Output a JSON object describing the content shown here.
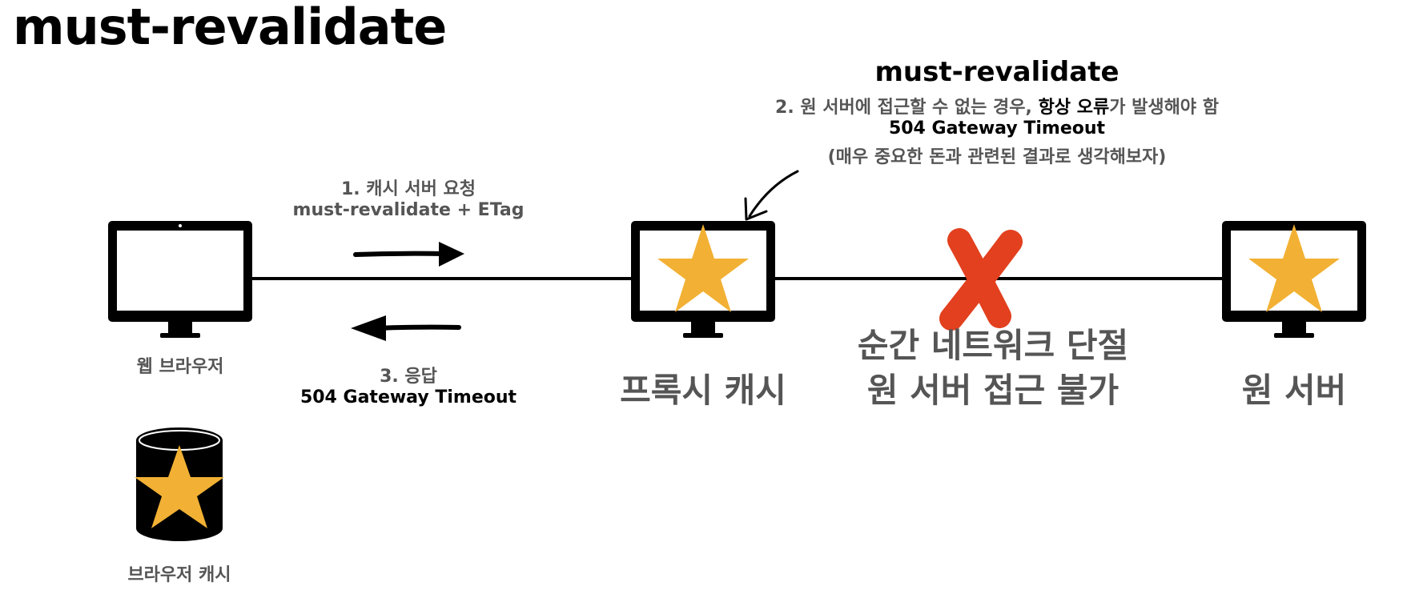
{
  "page_title": "must-revalidate",
  "note": {
    "title": "must-revalidate",
    "line1_prefix": "2. 원 서버에 접근할 수 없는 경우, ",
    "line1_emphasis": "항상 오류",
    "line1_suffix": "가 발생해야 함",
    "line2": "504 Gateway Timeout",
    "line3": "(매우 중요한 돈과 관련된 결과로 생각해보자)"
  },
  "request": {
    "line1": "1. 캐시 서버 요청",
    "line2": "must-revalidate + ETag"
  },
  "response": {
    "line1": "3. 응답",
    "line2": "504 Gateway Timeout"
  },
  "nodes": {
    "browser": "웹 브라우저",
    "browser_cache": "브라우저 캐시",
    "proxy_cache": "프록시 캐시",
    "origin_server": "원 서버"
  },
  "network_failure": {
    "line1": "순간 네트워크 단절",
    "line2": "원 서버 접근 불가"
  },
  "colors": {
    "star": "#F2B134",
    "cross": "#E2401E",
    "monitor": "#000000",
    "label_gray": "#555555"
  },
  "icons": [
    "monitor-icon",
    "star-icon",
    "database-icon",
    "cross-icon",
    "arrow-right-icon",
    "arrow-left-icon"
  ]
}
